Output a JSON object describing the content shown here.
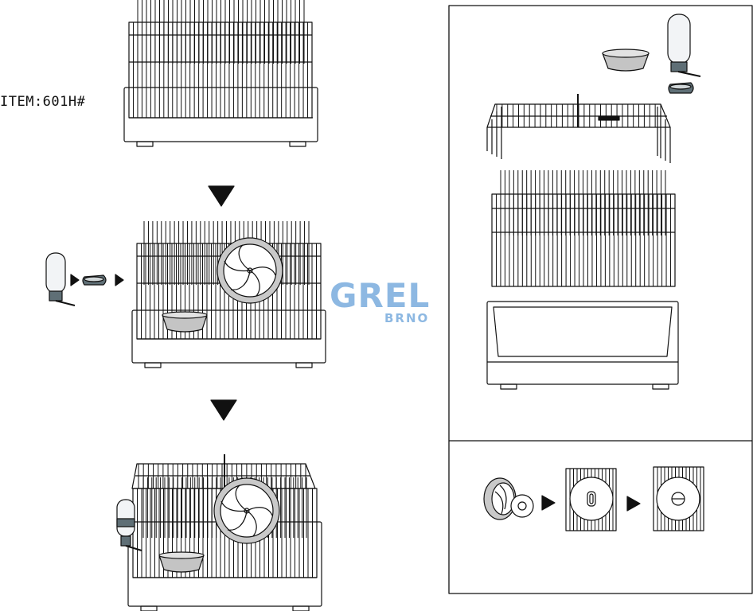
{
  "item_label": "ITEM:601H#",
  "watermark": {
    "name": "GREL",
    "city": "BRNO",
    "color": "#8db8e2"
  },
  "colors": {
    "line": "#111111",
    "wheel_fill": "#c9c9c9",
    "bowl_fill": "#c4c4c4",
    "bottle_fill": "#f2f4f6",
    "bottle_tip": "#5f6f76"
  },
  "icons": [
    "arrow-down-icon",
    "arrow-right-icon",
    "water-bottle-icon",
    "bottle-clip-icon",
    "food-bowl-icon",
    "exercise-wheel-icon"
  ]
}
